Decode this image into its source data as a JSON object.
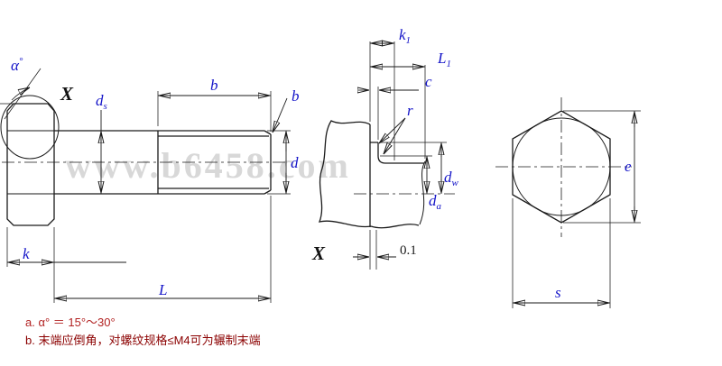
{
  "watermark": "www.b6458.com",
  "labels": {
    "alpha": "α",
    "alpha_degree": "°",
    "detail_marker": "X",
    "detail_view_title": "X",
    "ds_main": "d",
    "ds_sub": "s",
    "b_thread": "b",
    "b_end": "b",
    "d": "d",
    "k": "k",
    "L": "L",
    "k1_main": "k",
    "k1_sub": "1",
    "L1_main": "L",
    "L1_sub": "1",
    "c": "c",
    "r": "r",
    "dw_main": "d",
    "dw_sub": "w",
    "da_main": "d",
    "da_sub": "a",
    "runout": "0.1",
    "e": "e",
    "s": "s"
  },
  "notes": {
    "a": "a.  α° ＝ 15°～30°",
    "b": "b.  末端应倒角，对螺纹规格≤M4可为辗制末端"
  },
  "colors": {
    "line": "#1a1a1a",
    "dimension_text": "#1414c8",
    "detail_label": "#111111",
    "note_a": "#b22222",
    "note_b": "#8b0000",
    "watermark": "#d8d8d8"
  }
}
